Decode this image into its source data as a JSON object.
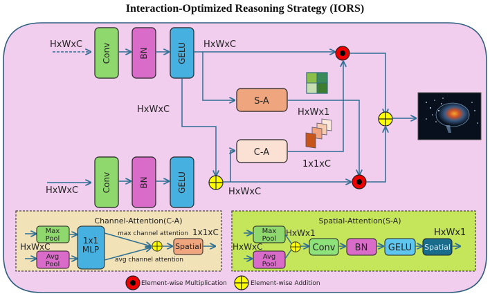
{
  "title": "Interaction-Optimized Reasoning Strategy (IORS)",
  "colors": {
    "container_bg": "#f1cdee",
    "container_border": "#2f5f7f",
    "arrow": "#2e6f93",
    "conv": "#8ed86e",
    "bn": "#d86cc8",
    "gelu": "#46b1e1",
    "sa_block": "#efa67f",
    "ca_block": "#fbe1d4",
    "multiply_outer": "#ee0000",
    "add_fill": "#ffff00",
    "ca_panel_bg": "#f1e2b8",
    "sa_panel_bg": "#c5e55a",
    "spatial_ca": "#efa67f",
    "spatial_sa": "#1a6c8c",
    "gelu_sa": "#5fc7ef"
  },
  "top_branch": {
    "input_label": "HxWxC",
    "blocks": [
      "Conv",
      "BN",
      "GELU"
    ],
    "output_label": "HxWxC"
  },
  "bottom_branch": {
    "input_label": "HxWxC",
    "blocks": [
      "Conv",
      "BN",
      "GELU"
    ],
    "skip_label": "HxWxC",
    "sum_label": "HxWxC"
  },
  "attention": {
    "sa_label": "S-A",
    "ca_label": "C-A",
    "sa_output_label": "HxWx1",
    "ca_output_label": "1x1xC"
  },
  "output_image": {
    "description": "brain-image"
  },
  "channel_attention_panel": {
    "title": "Channel-Attention(C-A)",
    "input_label": "HxWxC",
    "max_pool": [
      "Max",
      "Pool"
    ],
    "avg_pool": [
      "Avg",
      "Pool"
    ],
    "mlp": [
      "1x1",
      "MLP"
    ],
    "max_path_label": "max channel attention",
    "avg_path_label": "avg channel attention",
    "spatial_label": "Spatial",
    "output_label": "1x1xC"
  },
  "spatial_attention_panel": {
    "title": "Spatial-Attention(S-A)",
    "input_label": "HxWxC",
    "max_pool": [
      "Max",
      "Pool"
    ],
    "avg_pool": [
      "Avg",
      "Pool"
    ],
    "mid_label": "HxWx1",
    "blocks": [
      "Conv",
      "BN",
      "GELU",
      "Spatial"
    ],
    "output_label": "HxWx1"
  },
  "legend": {
    "multiply_label": "Element-wise Multiplication",
    "add_label": "Element-wise Addition"
  }
}
